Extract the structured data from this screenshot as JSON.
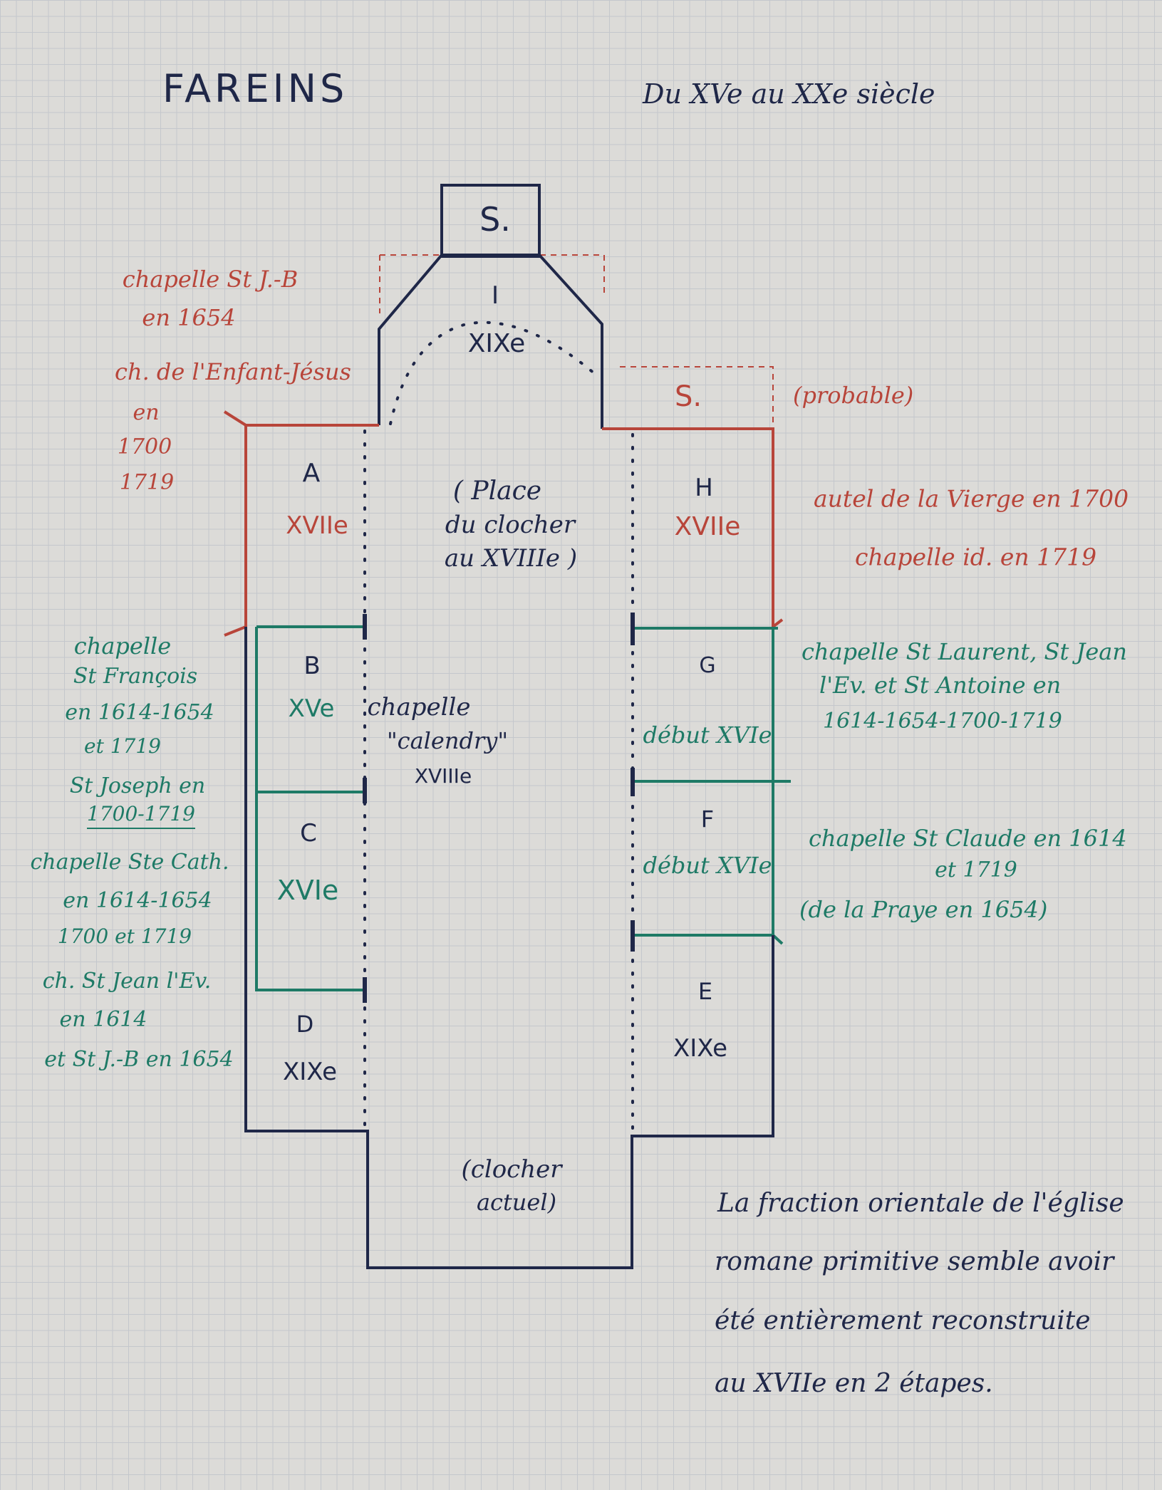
{
  "colors": {
    "red": "#b8453a",
    "green": "#1e7a66",
    "blue": "#1f2748"
  },
  "header": {
    "title": "FAREINS",
    "subtitle": "Du XVe au XXe siècle"
  },
  "zones": {
    "sacristy_top": "S.",
    "choir": "I",
    "choir_century": "XIXe",
    "sacristy_side": "S.",
    "probable": "(probable)",
    "a_letter": "A",
    "a_century": "XVIIe",
    "b_letter": "B",
    "b_century": "XVe",
    "c_letter": "C",
    "c_century": "XVIe",
    "d_letter": "D",
    "d_century": "XIXe",
    "e_letter": "E",
    "e_century": "XIXe",
    "f_letter": "F",
    "f_century": "début XVIe",
    "g_letter": "G",
    "g_century": "début XVIe",
    "h_letter": "H",
    "h_century": "XVIIe",
    "nave_bell_1": "( Place",
    "nave_bell_2": "du clocher",
    "nave_bell_3": "au XVIIIe )",
    "calendry_1": "chapelle",
    "calendry_2": "\"calendry\"",
    "calendry_3": "XVIIIe",
    "tower_1": "(clocher",
    "tower_2": "actuel)"
  },
  "left_notes": {
    "red_1": "chapelle St J.-B",
    "red_2": "en 1654",
    "red_3": "ch. de l'Enfant-Jésus",
    "red_4": "en",
    "red_5": "1700",
    "red_6": "1719",
    "b_1": "chapelle",
    "b_2": "St François",
    "b_3": "en 1614-1654",
    "b_4": "et 1719",
    "b_5": "St Joseph en",
    "b_6": "1700-1719",
    "c_1": "chapelle Ste Cath.",
    "c_2": "en 1614-1654",
    "c_3": "1700 et 1719",
    "d_1": "ch. St Jean l'Ev.",
    "d_2": "en 1614",
    "d_3": "et St J.-B en 1654"
  },
  "right_notes": {
    "h_1": "autel de la Vierge en 1700",
    "h_2": "chapelle id. en 1719",
    "g_1": "chapelle St Laurent, St Jean",
    "g_2": "l'Ev. et St Antoine en",
    "g_3": "1614-1654-1700-1719",
    "f_1": "chapelle St Claude en 1614",
    "f_2": "et 1719",
    "f_3": "(de la Praye en 1654)"
  },
  "conclusion": {
    "line_1": "La fraction orientale de l'église",
    "line_2": "romane primitive semble avoir",
    "line_3": "été entièrement reconstruite",
    "line_4": "au XVIIe en 2 étapes."
  }
}
